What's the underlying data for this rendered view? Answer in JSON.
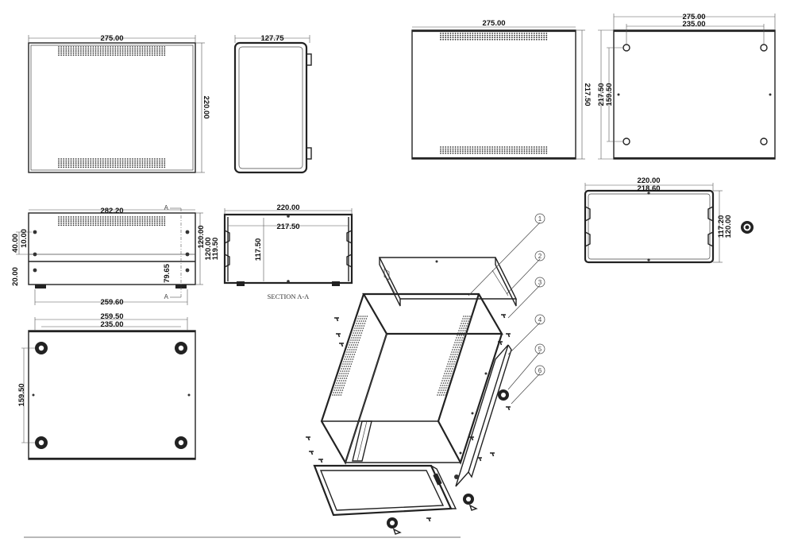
{
  "views": {
    "front": {
      "width_dim": "275.00",
      "height_dim": "220.00"
    },
    "side": {
      "depth_dim": "127.75"
    },
    "top_a": {
      "width_dim": "275.00",
      "height_dim": "217.50"
    },
    "top_b": {
      "width_outer": "275.00",
      "width_holes": "235.00",
      "height_outer": "217.50",
      "height_holes": "159.50"
    },
    "elevation": {
      "width_top": "282.20",
      "width_bottom": "259.60",
      "dim_40": "40.00",
      "dim_10": "10.00",
      "dim_20": "20.00",
      "dim_79": "79.65",
      "h_120": "120.00",
      "h_120b": "120.00",
      "h_119": "119.50",
      "sect_a": "A"
    },
    "section": {
      "w_220": "220.00",
      "w_217": "217.50",
      "h_117": "117.50",
      "title": "SECTION A-A"
    },
    "bottom": {
      "w_259": "259.50",
      "w_235": "235.00",
      "h_159": "159.50"
    },
    "panel": {
      "w_220": "220.00",
      "w_218": "218.60",
      "h_117": "117.20",
      "h_120": "120.00"
    }
  },
  "balloons": [
    "1",
    "2",
    "3",
    "4",
    "5",
    "6"
  ]
}
